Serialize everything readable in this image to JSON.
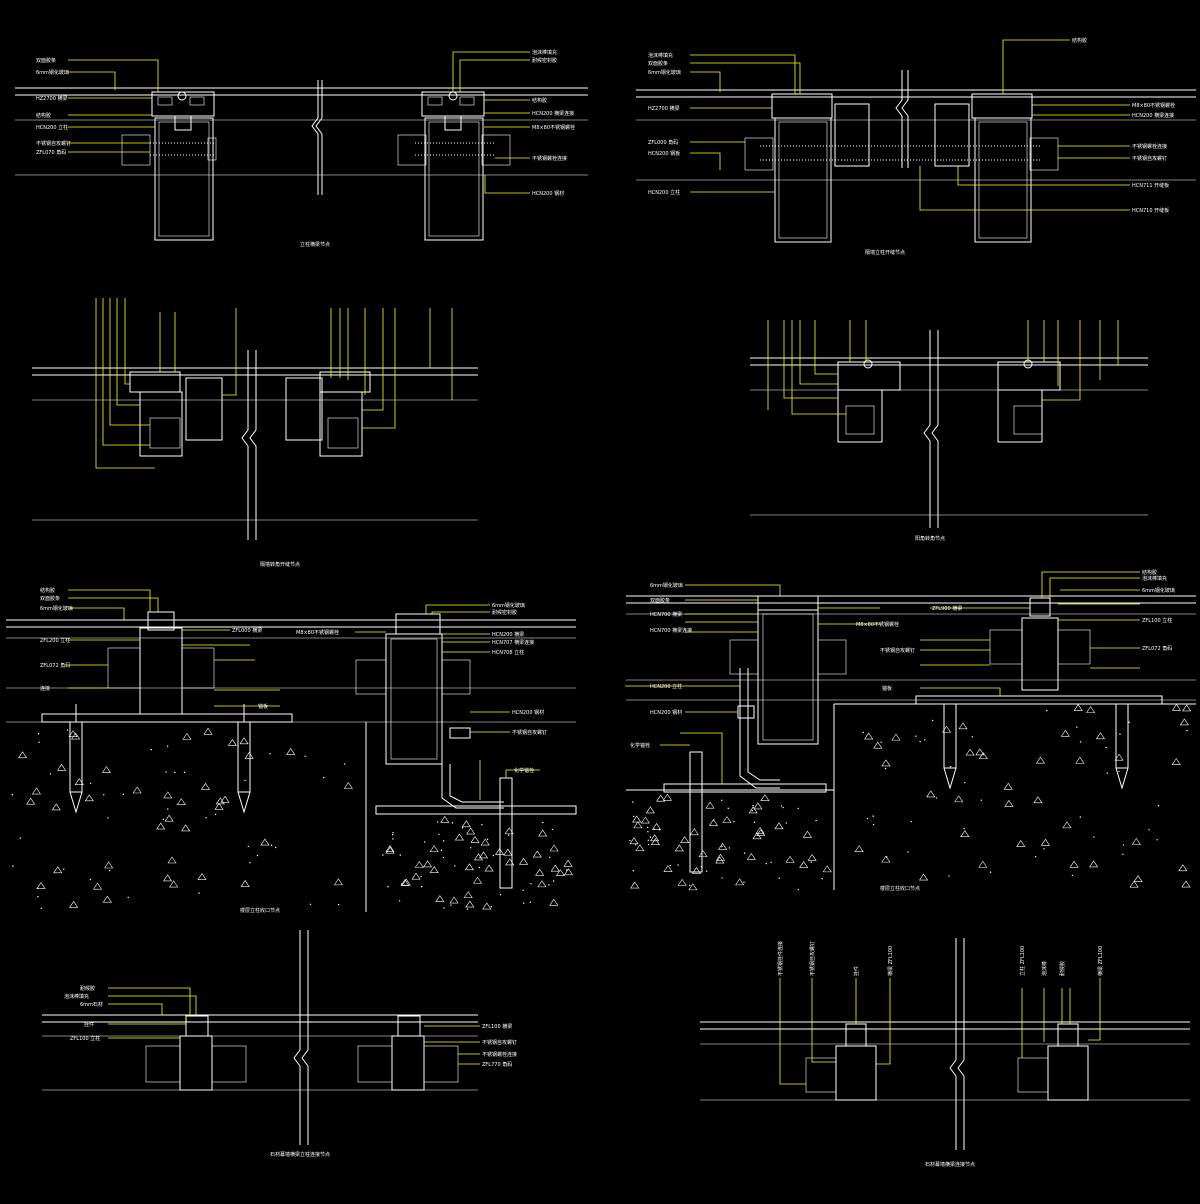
{
  "colors": {
    "background": "#000000",
    "linework": "#ffffff",
    "leaders": "#ffff00",
    "accent": "#ff44ff"
  },
  "panels": [
    {
      "id": "p1",
      "caption": "立柱横梁节点"
    },
    {
      "id": "p2",
      "caption": "隔墙立柱开缝节点"
    },
    {
      "id": "p3",
      "caption": "隔墙转角开缝节点"
    },
    {
      "id": "p4",
      "caption": "阳角转角节点"
    },
    {
      "id": "p5",
      "caption": "楼层立柱收口节点"
    },
    {
      "id": "p6",
      "caption": "楼层立柱收口节点"
    },
    {
      "id": "p7",
      "caption": "石材幕墙横梁立柱连接节点"
    },
    {
      "id": "p8",
      "caption": "石材幕墙横梁连接节点"
    }
  ],
  "labels": {
    "p1_left": [
      "双面胶条",
      "6mm钢化玻璃",
      "HZ2700 横梁",
      "结构胶",
      "HCN200 立柱",
      "不锈钢自攻螺钉",
      "ZFL070 角码"
    ],
    "p1_right": [
      "泡沫棒填充",
      "耐候密封胶",
      "结构胶",
      "HCN200 横梁连接",
      "M8×80不锈钢螺栓",
      "不锈钢螺栓连接",
      "HCN200 钢材"
    ],
    "p2_left": [
      "泡沫棒填充",
      "双面胶条",
      "6mm钢化玻璃",
      "HZ2700 横梁",
      "ZFL000 角码",
      "HCN200 钢板",
      "HCN200 立柱"
    ],
    "p2_right": [
      "结构胶",
      "M8×80不锈钢螺栓",
      "HCN200 横梁连接",
      "不锈钢螺栓连接",
      "不锈钢自攻螺钉",
      "HCN711 开缝板",
      "HCN710 开缝板"
    ],
    "p5_left": [
      "结构胶",
      "双面胶条",
      "6mm钢化玻璃",
      "ZFL200 立柱",
      "ZFL072 角码",
      "连接",
      "ZFL000 横梁"
    ],
    "p5_right": [
      "6mm钢化玻璃",
      "耐候密封胶",
      "M8×80不锈钢螺栓",
      "HCN200 横梁",
      "HCN707 横梁连接",
      "HCN708 立柱",
      "HCN200 钢材",
      "不锈钢自攻螺钉",
      "化学锚栓",
      "锚板"
    ],
    "p6_left": [
      "6mm钢化玻璃",
      "双面胶条",
      "HCN700 横梁",
      "HCN700 横梁连接",
      "HCN200 立柱",
      "HCN200 钢材",
      "化学锚栓"
    ],
    "p6_right": [
      "结构胶",
      "泡沫棒填充",
      "6mm钢化玻璃",
      "ZFL900 横梁",
      "ZFL100 立柱",
      "ZFL072 角码",
      "M8×80不锈钢螺栓",
      "不锈钢自攻螺钉",
      "锚板"
    ],
    "p7": [
      "耐候胶",
      "泡沫棒填充",
      "6mm石材",
      "挂件",
      "ZFL100 立柱",
      "ZFL100 横梁",
      "不锈钢自攻螺钉",
      "不锈钢螺栓连接",
      "ZFL770 角码"
    ],
    "p8": [
      "不锈钢挂件连接",
      "不锈钢自攻螺钉",
      "挂件",
      "横梁 ZFL100",
      "立柱 ZFL100",
      "泡沫棒",
      "耐候胶",
      "横梁 ZFL100"
    ]
  }
}
